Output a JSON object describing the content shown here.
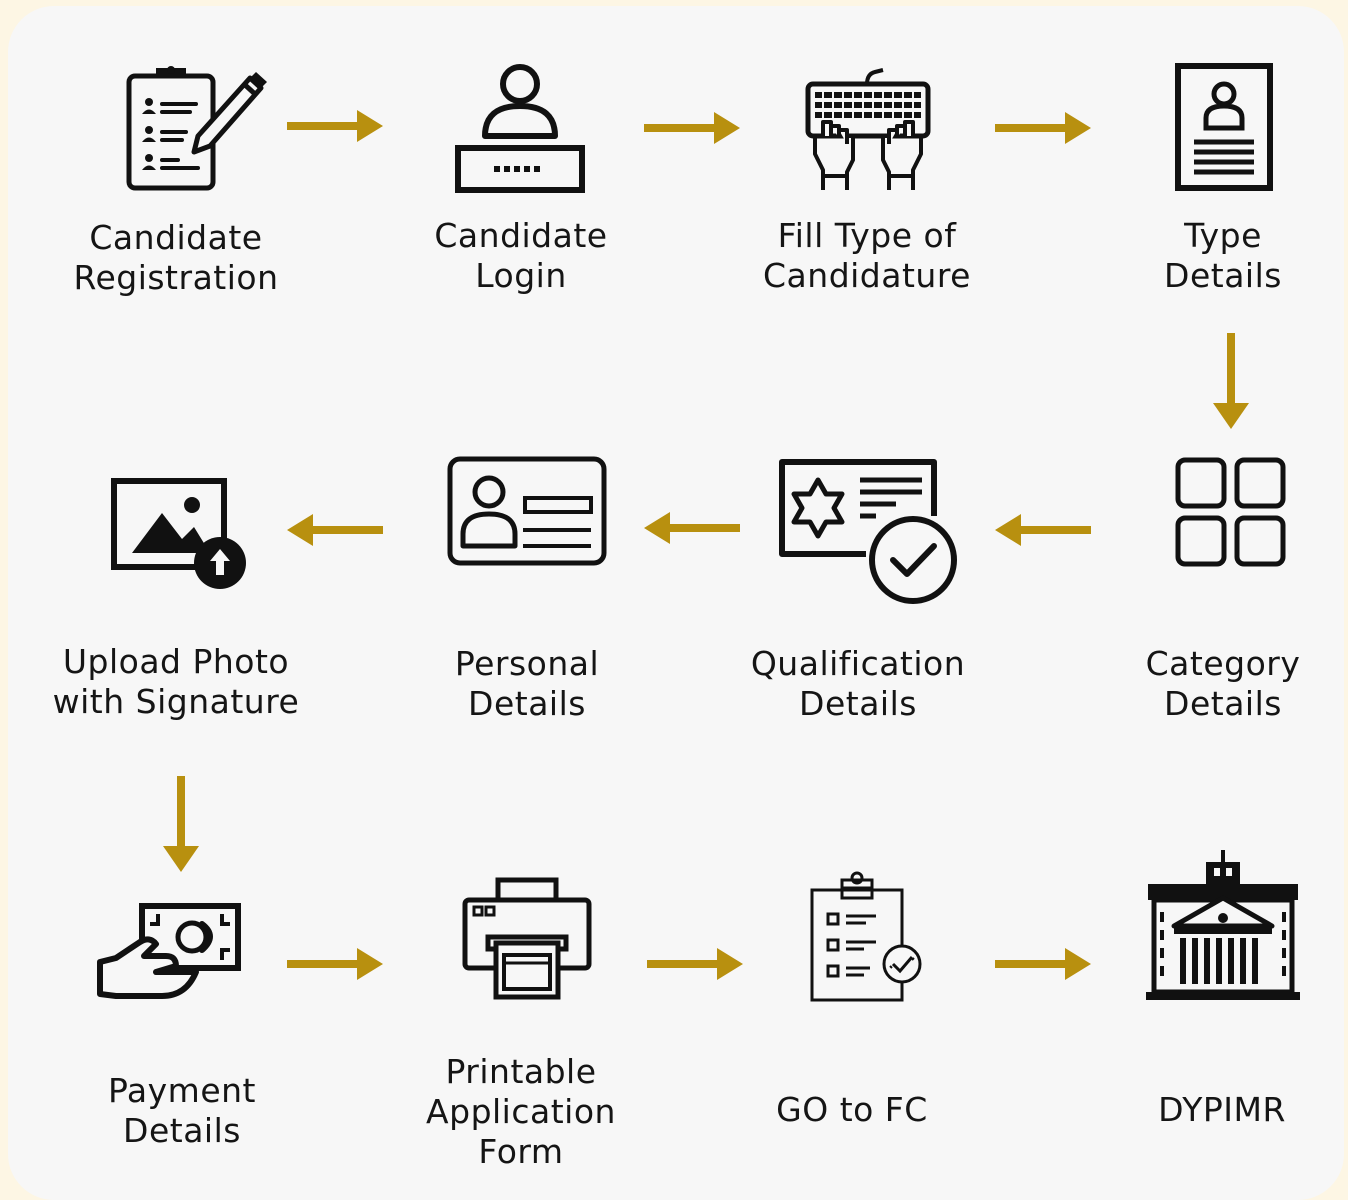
{
  "colors": {
    "arrow": "#b8900f",
    "ink": "#111111",
    "background": "#f7f7f7"
  },
  "steps": [
    {
      "icon": "registration-clipboard-icon",
      "lines": [
        "Candidate",
        "Registration"
      ]
    },
    {
      "icon": "login-user-icon",
      "lines": [
        "Candidate",
        "Login"
      ]
    },
    {
      "icon": "keyboard-typing-icon",
      "lines": [
        "Fill Type of",
        "Candidature"
      ]
    },
    {
      "icon": "profile-document-icon",
      "lines": [
        "Type",
        "Details"
      ]
    },
    {
      "icon": "category-grid-icon",
      "lines": [
        "Category",
        "Details"
      ]
    },
    {
      "icon": "certificate-check-icon",
      "lines": [
        "Qualification",
        "Details"
      ]
    },
    {
      "icon": "id-card-icon",
      "lines": [
        "Personal",
        "Details"
      ]
    },
    {
      "icon": "photo-upload-icon",
      "lines": [
        "Upload Photo",
        "with Signature"
      ]
    },
    {
      "icon": "payment-cash-icon",
      "lines": [
        "Payment",
        "Details"
      ]
    },
    {
      "icon": "printer-icon",
      "lines": [
        "Printable",
        "Application",
        "Form"
      ]
    },
    {
      "icon": "checklist-icon",
      "lines": [
        "GO to FC"
      ]
    },
    {
      "icon": "institute-building-icon",
      "lines": [
        "DYPIMR"
      ]
    }
  ]
}
